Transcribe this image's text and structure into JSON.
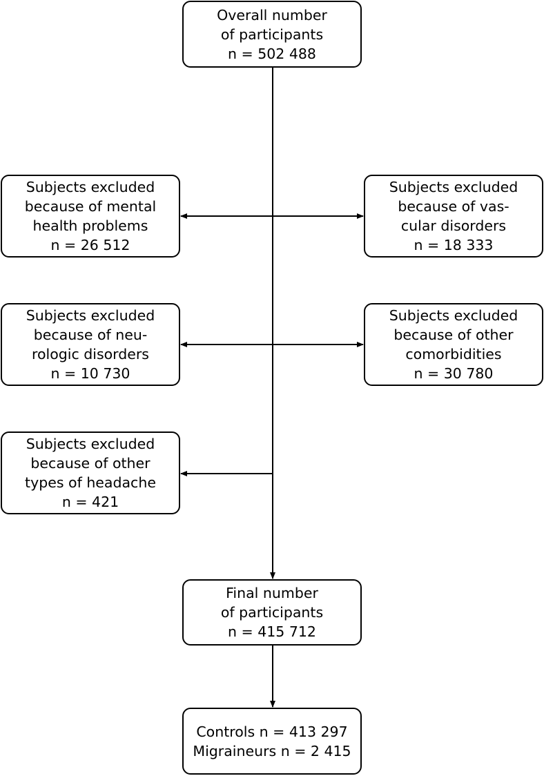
{
  "flowchart": {
    "start": {
      "lines": [
        "Overall number",
        "of participants",
        "n = 502 488"
      ]
    },
    "excluded_mental": {
      "lines": [
        "Subjects excluded",
        "because of mental",
        "health problems",
        "n = 26 512"
      ]
    },
    "excluded_vascular": {
      "lines": [
        "Subjects excluded",
        "because of vas-",
        "cular disorders",
        "n = 18 333"
      ]
    },
    "excluded_neuro": {
      "lines": [
        "Subjects excluded",
        "because of neu-",
        "rologic disorders",
        "n = 10 730"
      ]
    },
    "excluded_comorbid": {
      "lines": [
        "Subjects excluded",
        "because of other",
        "comorbidities",
        "n = 30 780"
      ]
    },
    "excluded_headache": {
      "lines": [
        "Subjects excluded",
        "because of other",
        "types of headache",
        "n = 421"
      ]
    },
    "final": {
      "lines": [
        "Final number",
        "of participants",
        "n = 415 712"
      ]
    },
    "groups": {
      "lines": [
        "Controls n = 413 297",
        "Migraineurs n = 2 415"
      ]
    }
  }
}
